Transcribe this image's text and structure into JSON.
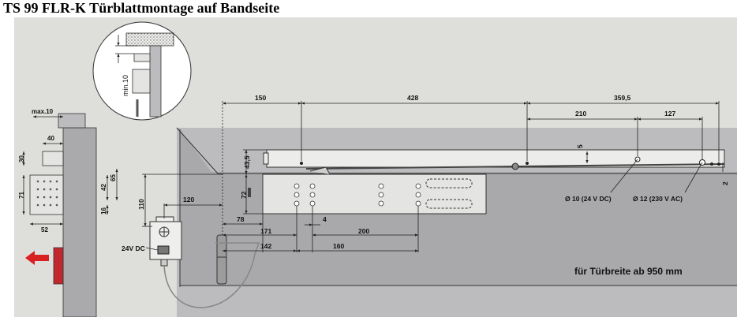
{
  "title": "TS 99 FLR-K Türblattmontage auf Bandseite",
  "detail": {
    "min_label": "min.10"
  },
  "side_view": {
    "max_label": "max.10",
    "dims": {
      "w40": "40",
      "h30": "30",
      "h71": "71",
      "w52": "52",
      "h42": "42",
      "h65": "65",
      "h16": "16"
    }
  },
  "front_view": {
    "dims": {
      "d150": "150",
      "d428": "428",
      "d3595": "359,5",
      "d210": "210",
      "d127": "127",
      "d435": "43,5",
      "d72": "72",
      "d5": "5",
      "d2": "2",
      "d110": "110",
      "d120": "120",
      "d78": "78",
      "d4": "4",
      "d171": "171",
      "d200": "200",
      "d142": "142",
      "d160": "160"
    },
    "hole_10": "Ø 10 (24 V DC)",
    "hole_12": "Ø 12 (230 V AC)",
    "voltage_label": "24V DC",
    "door_width_note": "für Türbreite ab 950 mm"
  },
  "colors": {
    "door": "#a9a9ab",
    "frame": "#bcbcbe",
    "bg": "#dededb",
    "red": "#c0282e",
    "body": "#e4e4e2",
    "line": "#222222"
  }
}
